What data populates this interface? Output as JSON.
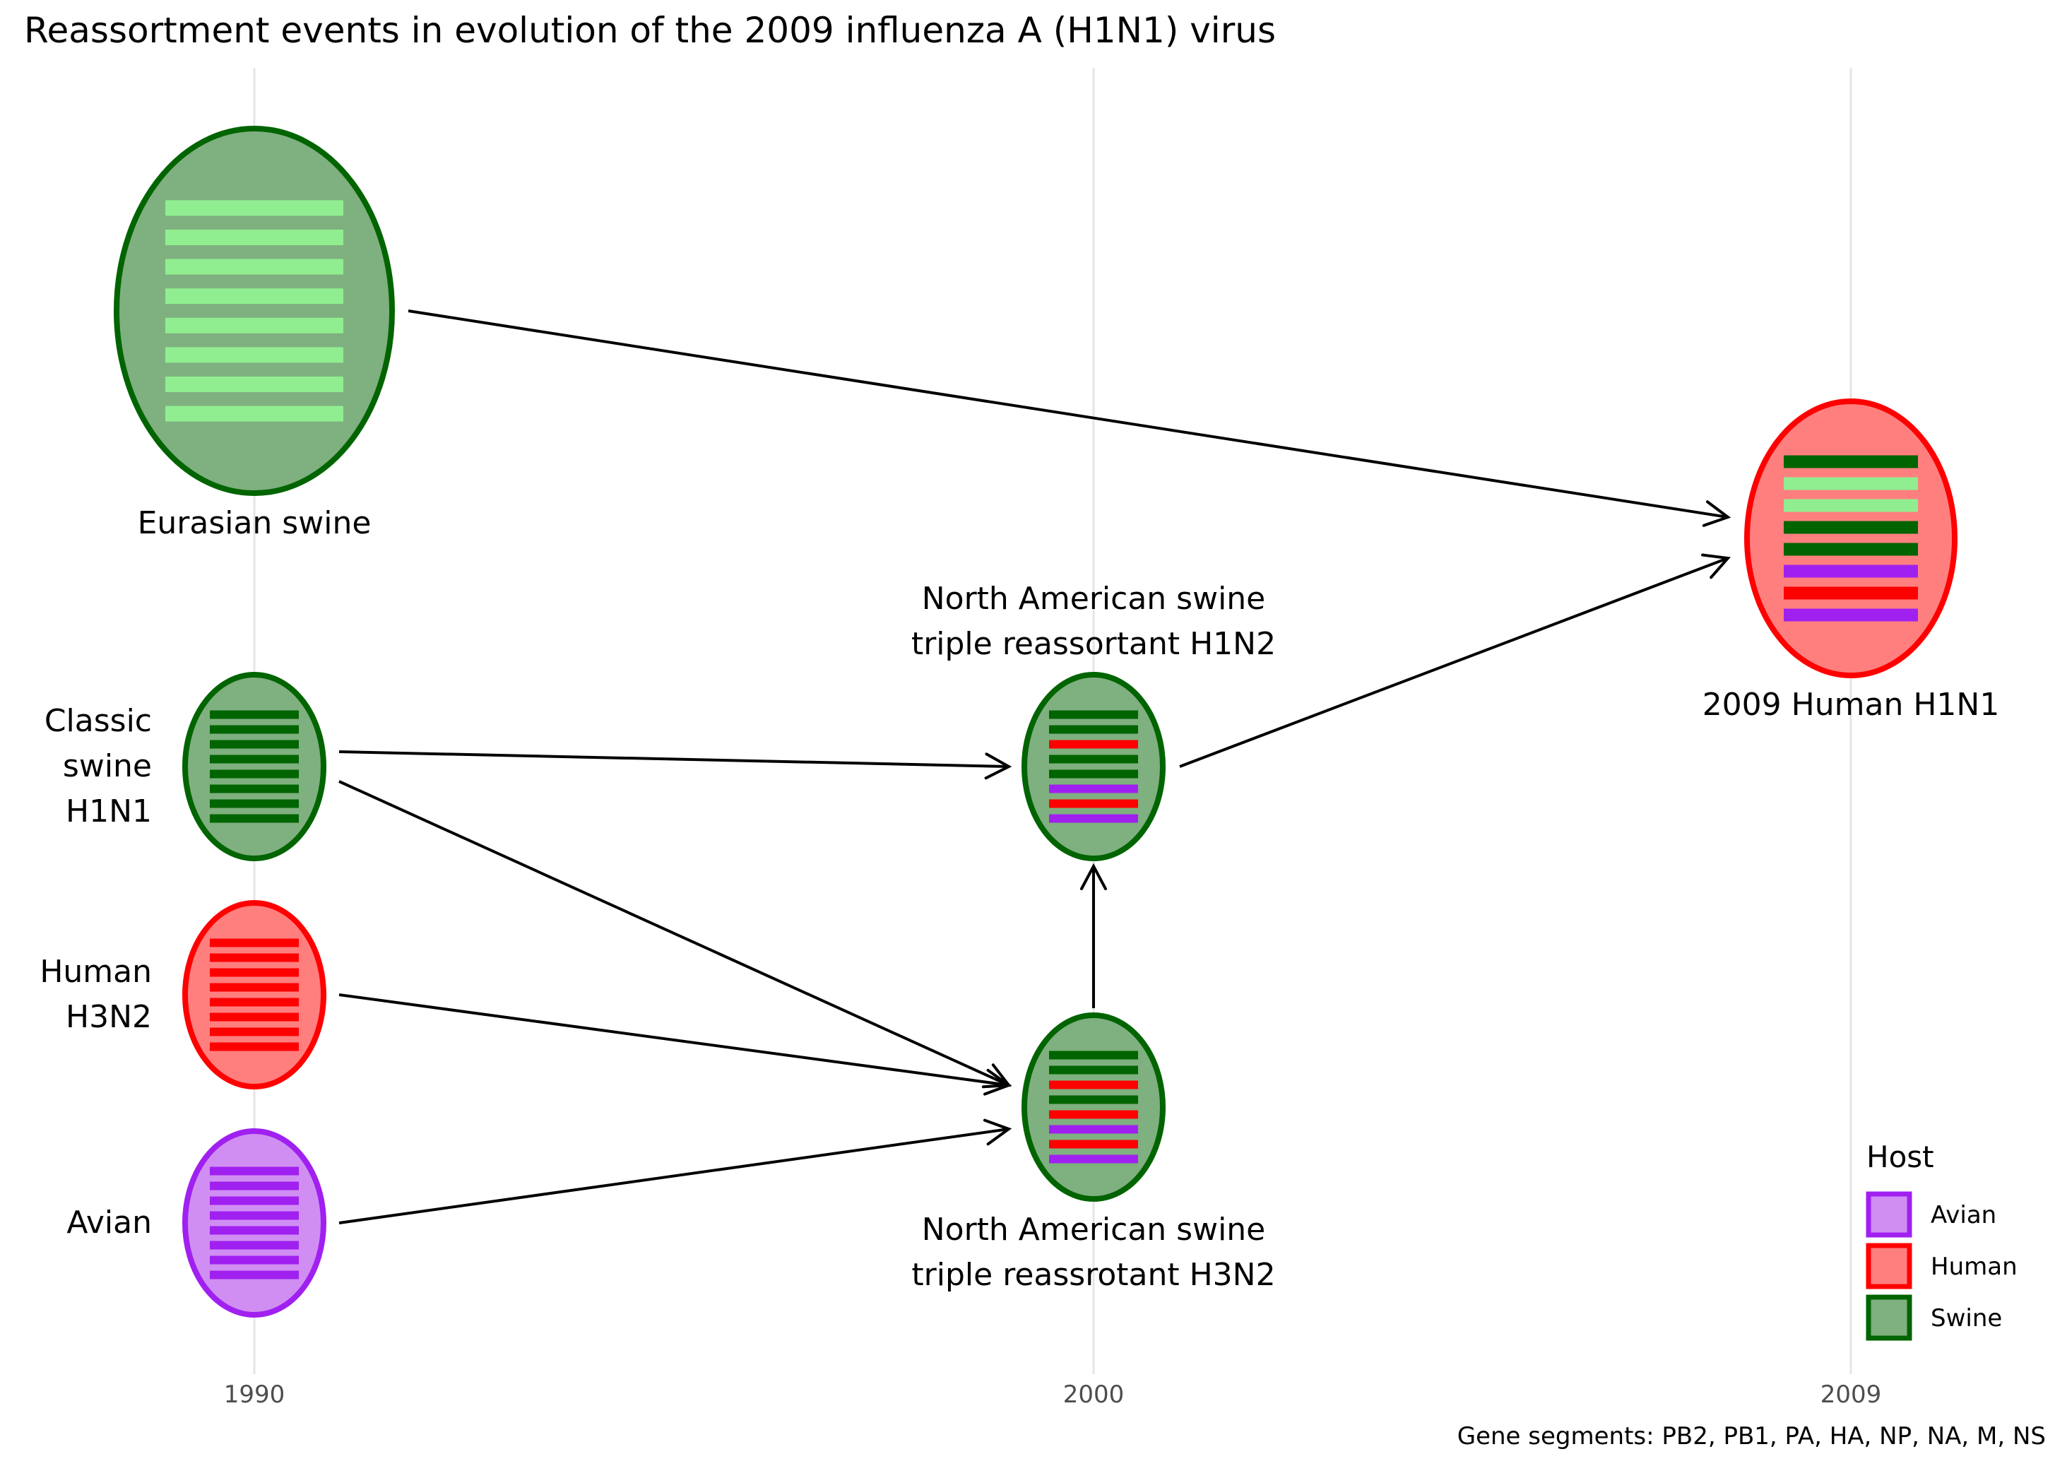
{
  "title": "Reassortment events in evolution of the 2009 influenza A (H1N1) virus",
  "caption": "Gene segments: PB2, PB1, PA, HA, NP, NA, M, NS",
  "x_axis": {
    "ticks": [
      "1990",
      "2000",
      "2009"
    ]
  },
  "colors": {
    "avian": {
      "fill": "#d08ef2",
      "stroke": "#a020f0"
    },
    "human": {
      "fill": "#ff7f7f",
      "stroke": "#ff0000"
    },
    "swine": {
      "fill": "#7fb07f",
      "stroke": "#006400"
    },
    "segment_avian": "#a020f0",
    "segment_human": "#ff0000",
    "segment_classic_swine": "#006400",
    "segment_eurasian_swine": "#90ee90"
  },
  "legend": {
    "title": "Host",
    "items": [
      {
        "label": "Avian",
        "host": "avian"
      },
      {
        "label": "Human",
        "host": "human"
      },
      {
        "label": "Swine",
        "host": "swine"
      }
    ]
  },
  "viruses": [
    {
      "id": "eurasian",
      "label_lines": [
        "Eurasian swine"
      ],
      "host": "swine",
      "segments": [
        "eurasian_swine",
        "eurasian_swine",
        "eurasian_swine",
        "eurasian_swine",
        "eurasian_swine",
        "eurasian_swine",
        "eurasian_swine",
        "eurasian_swine"
      ]
    },
    {
      "id": "classic",
      "label_lines": [
        "Classic",
        "swine",
        "H1N1"
      ],
      "host": "swine",
      "segments": [
        "classic_swine",
        "classic_swine",
        "classic_swine",
        "classic_swine",
        "classic_swine",
        "classic_swine",
        "classic_swine",
        "classic_swine"
      ]
    },
    {
      "id": "human_h3n2",
      "label_lines": [
        "Human",
        "H3N2"
      ],
      "host": "human",
      "segments": [
        "human",
        "human",
        "human",
        "human",
        "human",
        "human",
        "human",
        "human"
      ]
    },
    {
      "id": "avian",
      "label_lines": [
        "Avian"
      ],
      "host": "avian",
      "segments": [
        "avian",
        "avian",
        "avian",
        "avian",
        "avian",
        "avian",
        "avian",
        "avian"
      ]
    },
    {
      "id": "na_h1n2",
      "label_lines": [
        "North American swine",
        "triple reassortant H1N2"
      ],
      "host": "swine",
      "segments": [
        "classic_swine",
        "classic_swine",
        "human",
        "classic_swine",
        "classic_swine",
        "avian",
        "human",
        "avian"
      ]
    },
    {
      "id": "na_h3n2",
      "label_lines": [
        "North American swine",
        "triple reassrotant H3N2"
      ],
      "host": "swine",
      "segments": [
        "classic_swine",
        "classic_swine",
        "human",
        "classic_swine",
        "human",
        "avian",
        "human",
        "avian"
      ]
    },
    {
      "id": "human_2009",
      "label_lines": [
        "2009 Human H1N1"
      ],
      "host": "human",
      "segments": [
        "classic_swine",
        "eurasian_swine",
        "eurasian_swine",
        "classic_swine",
        "classic_swine",
        "avian",
        "human",
        "avian"
      ]
    }
  ],
  "arrows": [
    {
      "from": "eurasian",
      "to": "human_2009"
    },
    {
      "from": "classic",
      "to": "na_h1n2"
    },
    {
      "from": "classic",
      "to": "na_h3n2"
    },
    {
      "from": "human_h3n2",
      "to": "na_h3n2"
    },
    {
      "from": "avian",
      "to": "na_h3n2"
    },
    {
      "from": "na_h3n2",
      "to": "na_h1n2"
    },
    {
      "from": "na_h1n2",
      "to": "human_2009"
    }
  ]
}
